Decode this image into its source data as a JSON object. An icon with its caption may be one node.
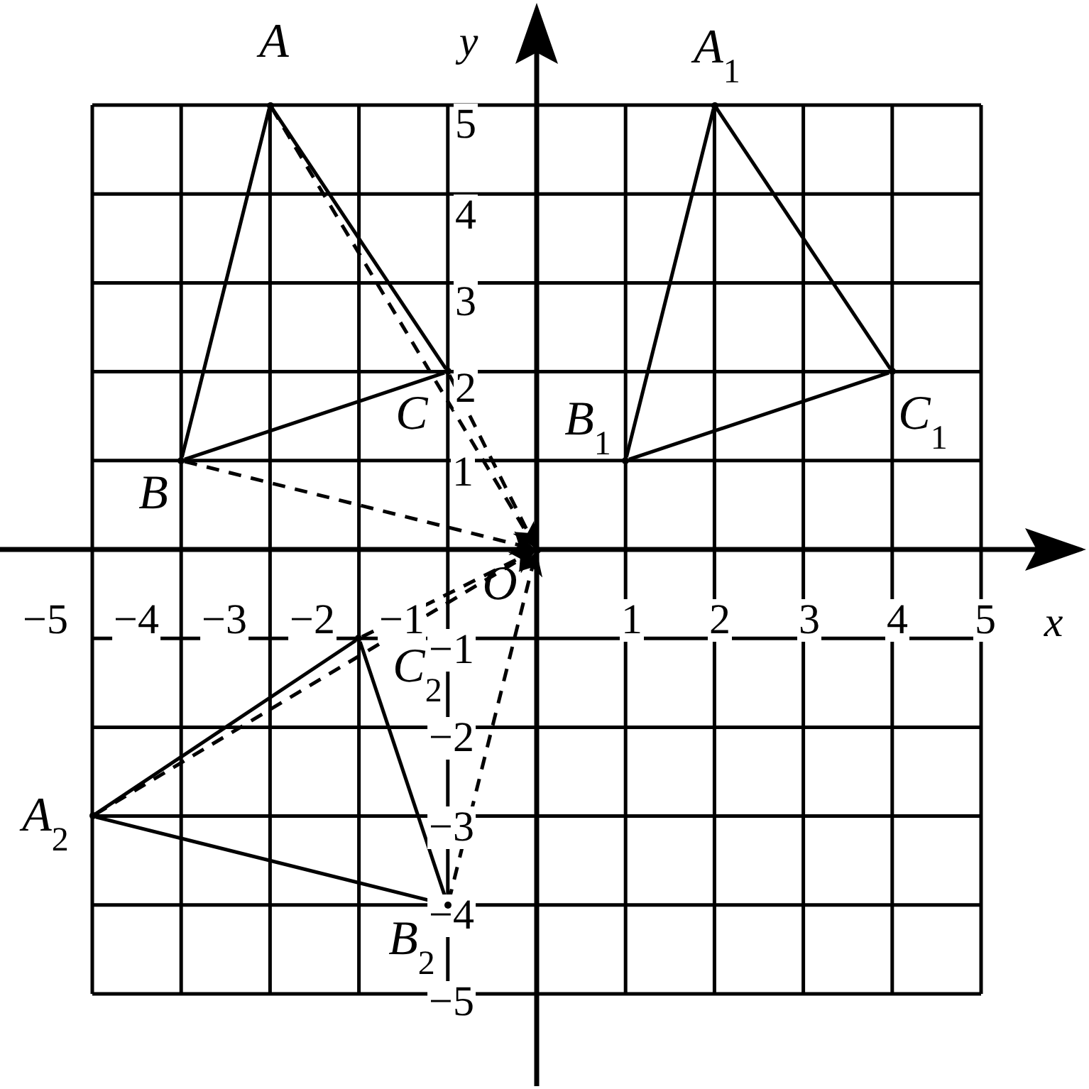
{
  "diagram": {
    "nodes": [
      {
        "text": [],
        "shape": "point",
        "beside": [
          "A"
        ]
      },
      {
        "text": [],
        "shape": "point",
        "beside": [
          "B"
        ]
      },
      {
        "text": [],
        "shape": "point",
        "beside": [
          "C"
        ]
      },
      {
        "text": [],
        "shape": "point",
        "beside": [
          "A$_{1}$"
        ]
      },
      {
        "text": [],
        "shape": "point",
        "beside": [
          "B$_{1}$"
        ]
      },
      {
        "text": [],
        "shape": "point",
        "beside": [
          "C$_{1}$"
        ]
      },
      {
        "text": [],
        "shape": "point",
        "beside": [
          "O"
        ]
      },
      {
        "text": [],
        "shape": "point",
        "beside": [
          "A$_{2}$"
        ]
      },
      {
        "text": [],
        "shape": "point",
        "beside": [
          "B$_{2}$"
        ]
      },
      {
        "text": [],
        "shape": "point",
        "beside": [
          "C$_{2}$"
        ]
      }
    ],
    "edges": [
      {
        "from": 0,
        "to": 1,
        "arrow": "none"
      },
      {
        "from": 1,
        "to": 2,
        "arrow": "none"
      },
      {
        "from": 2,
        "to": 0,
        "arrow": "none"
      },
      {
        "from": 3,
        "to": 4,
        "arrow": "none"
      },
      {
        "from": 4,
        "to": 5,
        "arrow": "none"
      },
      {
        "from": 5,
        "to": 3,
        "arrow": "none"
      },
      {
        "from": 7,
        "to": 8,
        "arrow": "none"
      },
      {
        "from": 8,
        "to": 9,
        "arrow": "none"
      },
      {
        "from": 9,
        "to": 7,
        "arrow": "none"
      },
      {
        "from": 0,
        "to": 6,
        "arrow": "to",
        "style": "dashed"
      },
      {
        "from": 2,
        "to": 6,
        "arrow": "to",
        "style": "dashed"
      },
      {
        "from": 1,
        "to": 6,
        "arrow": "to",
        "style": "dashed"
      },
      {
        "from": 7,
        "to": 6,
        "arrow": "to",
        "style": "dashed"
      },
      {
        "from": 9,
        "to": 6,
        "arrow": "to",
        "style": "dashed"
      },
      {
        "from": 8,
        "to": 6,
        "arrow": "to",
        "style": "dashed"
      }
    ],
    "labels": [
      "y",
      "5",
      "4",
      "3",
      "2",
      "1",
      "−5",
      "−4",
      "−3",
      "−2",
      "−1",
      "1",
      "2",
      "3",
      "4",
      "5",
      "x",
      "−1",
      "−2",
      "−3",
      "−4",
      "−5"
    ]
  }
}
